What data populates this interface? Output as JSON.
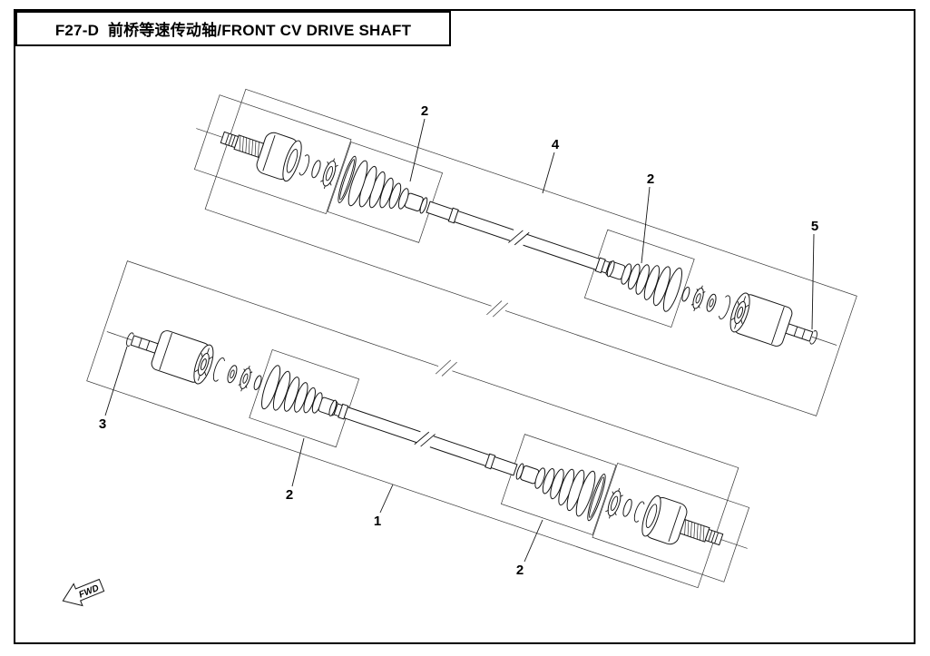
{
  "header": {
    "title": "F27-D  前桥等速传动轴/FRONT CV DRIVE SHAFT"
  },
  "diagram": {
    "fwd_label": "FWD",
    "callouts": [
      {
        "label": "2",
        "target": "upper-outboard-boot"
      },
      {
        "label": "4",
        "target": "upper-drive-shaft-assembly"
      },
      {
        "label": "2",
        "target": "upper-inboard-boot"
      },
      {
        "label": "5",
        "target": "upper-inner-joint-clip"
      },
      {
        "label": "3",
        "target": "lower-inner-joint-clip"
      },
      {
        "label": "2",
        "target": "lower-inboard-boot"
      },
      {
        "label": "1",
        "target": "lower-drive-shaft-assembly"
      },
      {
        "label": "2",
        "target": "lower-outboard-boot"
      }
    ],
    "colors": {
      "ink": "#141414",
      "background": "#ffffff"
    }
  }
}
